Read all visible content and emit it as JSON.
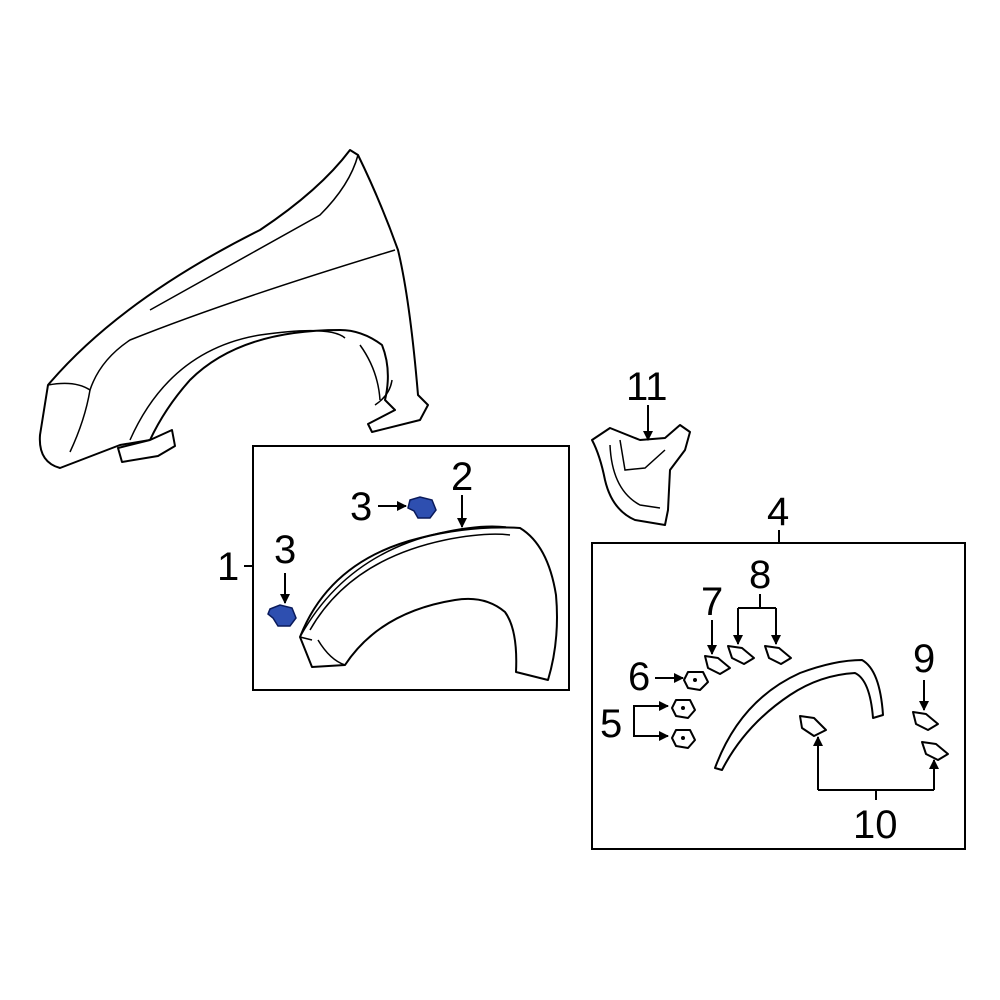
{
  "colors": {
    "highlight_part": "#2e4fb0",
    "line": "#000000",
    "background": "#ffffff"
  },
  "callouts": {
    "c1": "1",
    "c2": "2",
    "c3a": "3",
    "c3b": "3",
    "c4": "4",
    "c5": "5",
    "c6": "6",
    "c7": "7",
    "c8": "8",
    "c9": "9",
    "c10": "10",
    "c11": "11"
  }
}
